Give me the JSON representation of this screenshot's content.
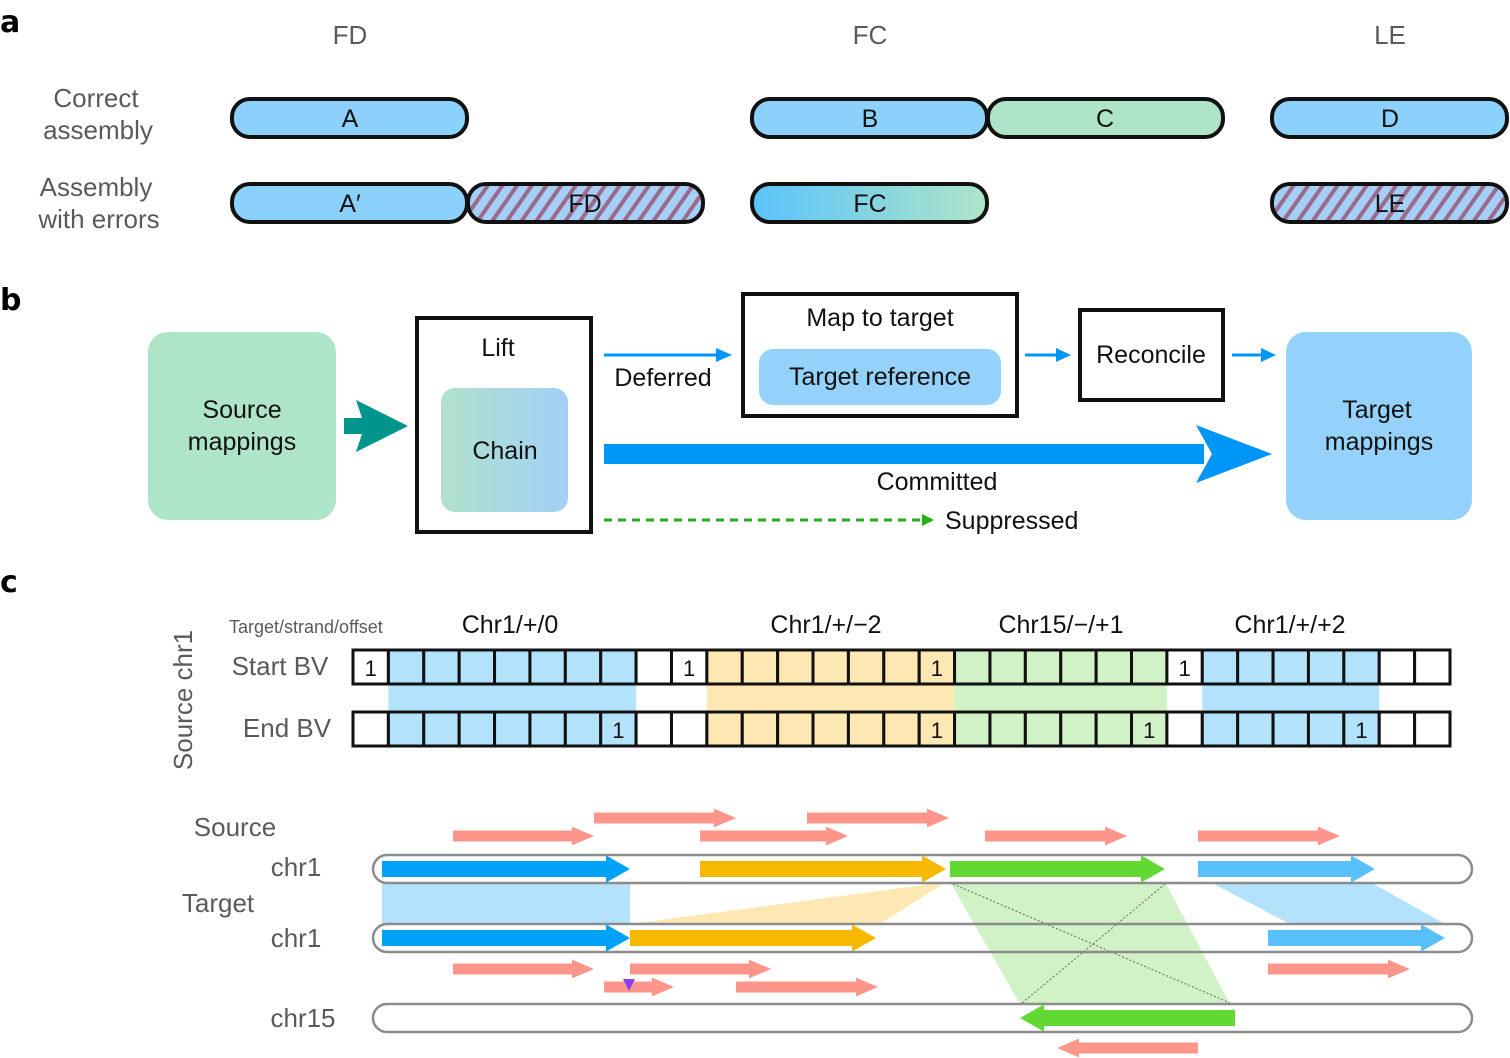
{
  "panel_a": {
    "letter": "a",
    "columns": [
      "FD",
      "FC",
      "LE"
    ],
    "row_labels": {
      "correct": [
        "Correct",
        "assembly"
      ],
      "errors": [
        "Assembly",
        "with errors"
      ]
    },
    "correct_segments": [
      {
        "label": "A",
        "color": "#8bd1fb"
      },
      {
        "label": "B",
        "color": "#8bd1fb"
      },
      {
        "label": "C",
        "color": "#aee5c8"
      },
      {
        "label": "D",
        "color": "#8bd1fb"
      }
    ],
    "error_segments": [
      {
        "label": "A′",
        "style": "solid",
        "color": "#8bd1fb"
      },
      {
        "label": "FD",
        "style": "hatched"
      },
      {
        "label": "FC",
        "style": "gradient"
      },
      {
        "label": "LE",
        "style": "hatched"
      }
    ],
    "colors": {
      "blue": "#8bd1fb",
      "green": "#aee5c8",
      "hatch_bg": "#a6cff7",
      "hatch_line": "#9a6a8a",
      "gradient_start": "#5bc3fb"
    }
  },
  "panel_b": {
    "letter": "b",
    "source_box": [
      "Source",
      "mappings"
    ],
    "lift_label": "Lift",
    "chain_label": "Chain",
    "deferred_label": "Deferred",
    "map_to_target_label": "Map to target",
    "target_reference_label": "Target reference",
    "reconcile_label": "Reconcile",
    "target_box": [
      "Target",
      "mappings"
    ],
    "committed_label": "Committed",
    "suppressed_label": "Suppressed",
    "colors": {
      "source": "#aee5c8",
      "target": "#95d2fb",
      "teal_arrow": "#00958c",
      "blue_arrow": "#0096f8",
      "green_dashed": "#23b11a",
      "target_ref": "#95d2fb"
    }
  },
  "panel_c": {
    "letter": "c",
    "vertical_label": "Source chr1",
    "header_label": "Target/strand/offset",
    "segment_headers": [
      "Chr1/+/0",
      "Chr1/+/−2",
      "Chr15/−/+1",
      "Chr1/+/+2"
    ],
    "start_bv_label": "Start BV",
    "end_bv_label": "End BV",
    "bit_count": 31,
    "start_bits": [
      1,
      0,
      0,
      0,
      0,
      0,
      0,
      0,
      0,
      1,
      0,
      0,
      0,
      0,
      0,
      0,
      1,
      0,
      0,
      0,
      0,
      0,
      0,
      1,
      0,
      0,
      0,
      0,
      0,
      0,
      0
    ],
    "end_bits": [
      0,
      0,
      0,
      0,
      0,
      0,
      0,
      1,
      0,
      0,
      0,
      0,
      0,
      0,
      0,
      0,
      1,
      0,
      0,
      0,
      0,
      0,
      1,
      0,
      0,
      0,
      0,
      0,
      1,
      0,
      0
    ],
    "cell_fill": [
      "w",
      "b",
      "b",
      "b",
      "b",
      "b",
      "b",
      "b",
      "w",
      "w",
      "y",
      "y",
      "y",
      "y",
      "y",
      "y",
      "y",
      "g",
      "g",
      "g",
      "g",
      "g",
      "g",
      "w",
      "b",
      "b",
      "b",
      "b",
      "b",
      "w",
      "w"
    ],
    "fill_colors": {
      "b": "#b3e2fc",
      "y": "#fde8b3",
      "g": "#d1f2c6",
      "w": "#ffffff"
    },
    "source_label": "Source",
    "target_label": "Target",
    "chr_labels": [
      "chr1",
      "chr1",
      "chr15"
    ],
    "colors": {
      "blue": "#00a2f7",
      "light_blue": "#5ac0fb",
      "orange": "#f7b900",
      "green": "#62d833",
      "salmon": "#fe958a",
      "purple": "#8a3ef5",
      "chrom_outline": "#8c8c8c"
    }
  }
}
